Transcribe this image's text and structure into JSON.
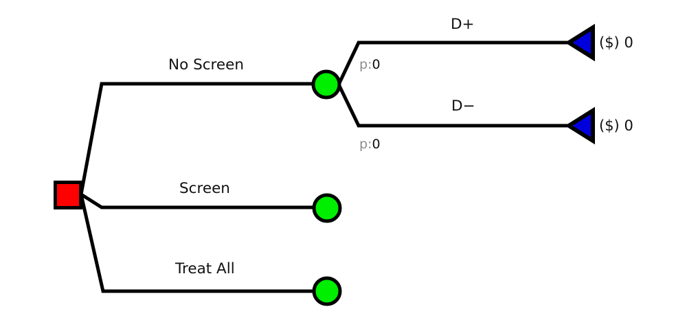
{
  "diagram": {
    "type": "decision-tree",
    "title": "",
    "background_color": "#ffffff",
    "colors": {
      "decision_node": "#ff0000",
      "chance_node": "#00ee00",
      "terminal_node": "#0000dd",
      "line": "#000000",
      "label_text": "#111111",
      "probability_prefix": "#8c8c8c"
    },
    "root": {
      "node_name": "root-decision-node",
      "shape": "square"
    },
    "branches": [
      {
        "label": "No Screen",
        "child_node_name": "chance-node-no-screen",
        "child_shape": "circle",
        "children": [
          {
            "label": "D+",
            "prob_prefix": "p:",
            "prob_value": "0",
            "terminal_prefix": "($)",
            "terminal_value": "0"
          },
          {
            "label": "D−",
            "prob_prefix": "p:",
            "prob_value": "0",
            "terminal_prefix": "($)",
            "terminal_value": "0"
          }
        ]
      },
      {
        "label": "Screen",
        "child_node_name": "chance-node-screen",
        "child_shape": "circle",
        "children": []
      },
      {
        "label": "Treat All",
        "child_node_name": "chance-node-treat-all",
        "child_shape": "circle",
        "children": []
      }
    ]
  }
}
